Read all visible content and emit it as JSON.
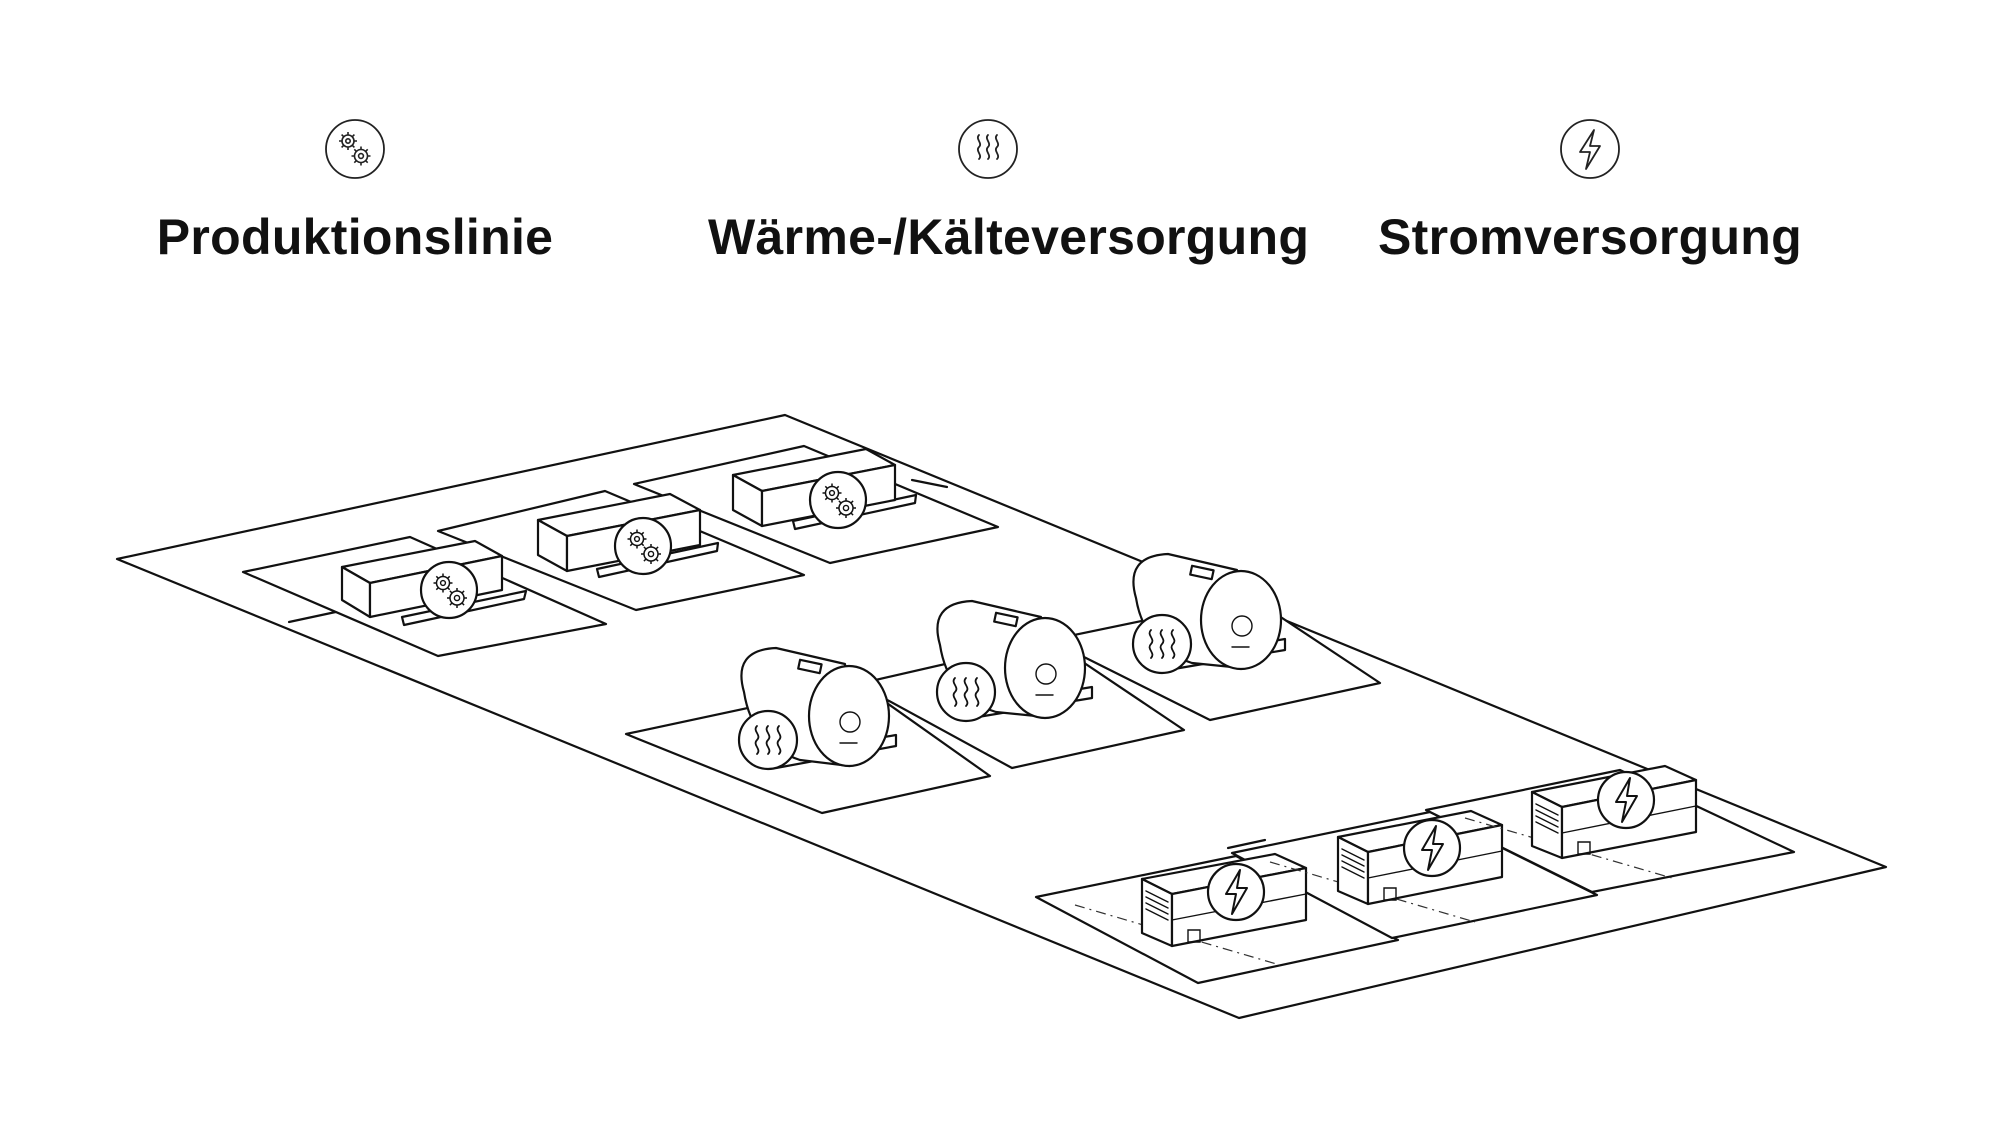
{
  "legend": [
    {
      "label": "Produktionslinie",
      "icon": "gears-icon"
    },
    {
      "label": "Wärme-/Kälteversorgung",
      "icon": "heat-waves-icon"
    },
    {
      "label": "Stromversorgung",
      "icon": "lightning-bolt-icon"
    }
  ],
  "colors": {
    "stroke": "#111111",
    "background": "#ffffff"
  }
}
